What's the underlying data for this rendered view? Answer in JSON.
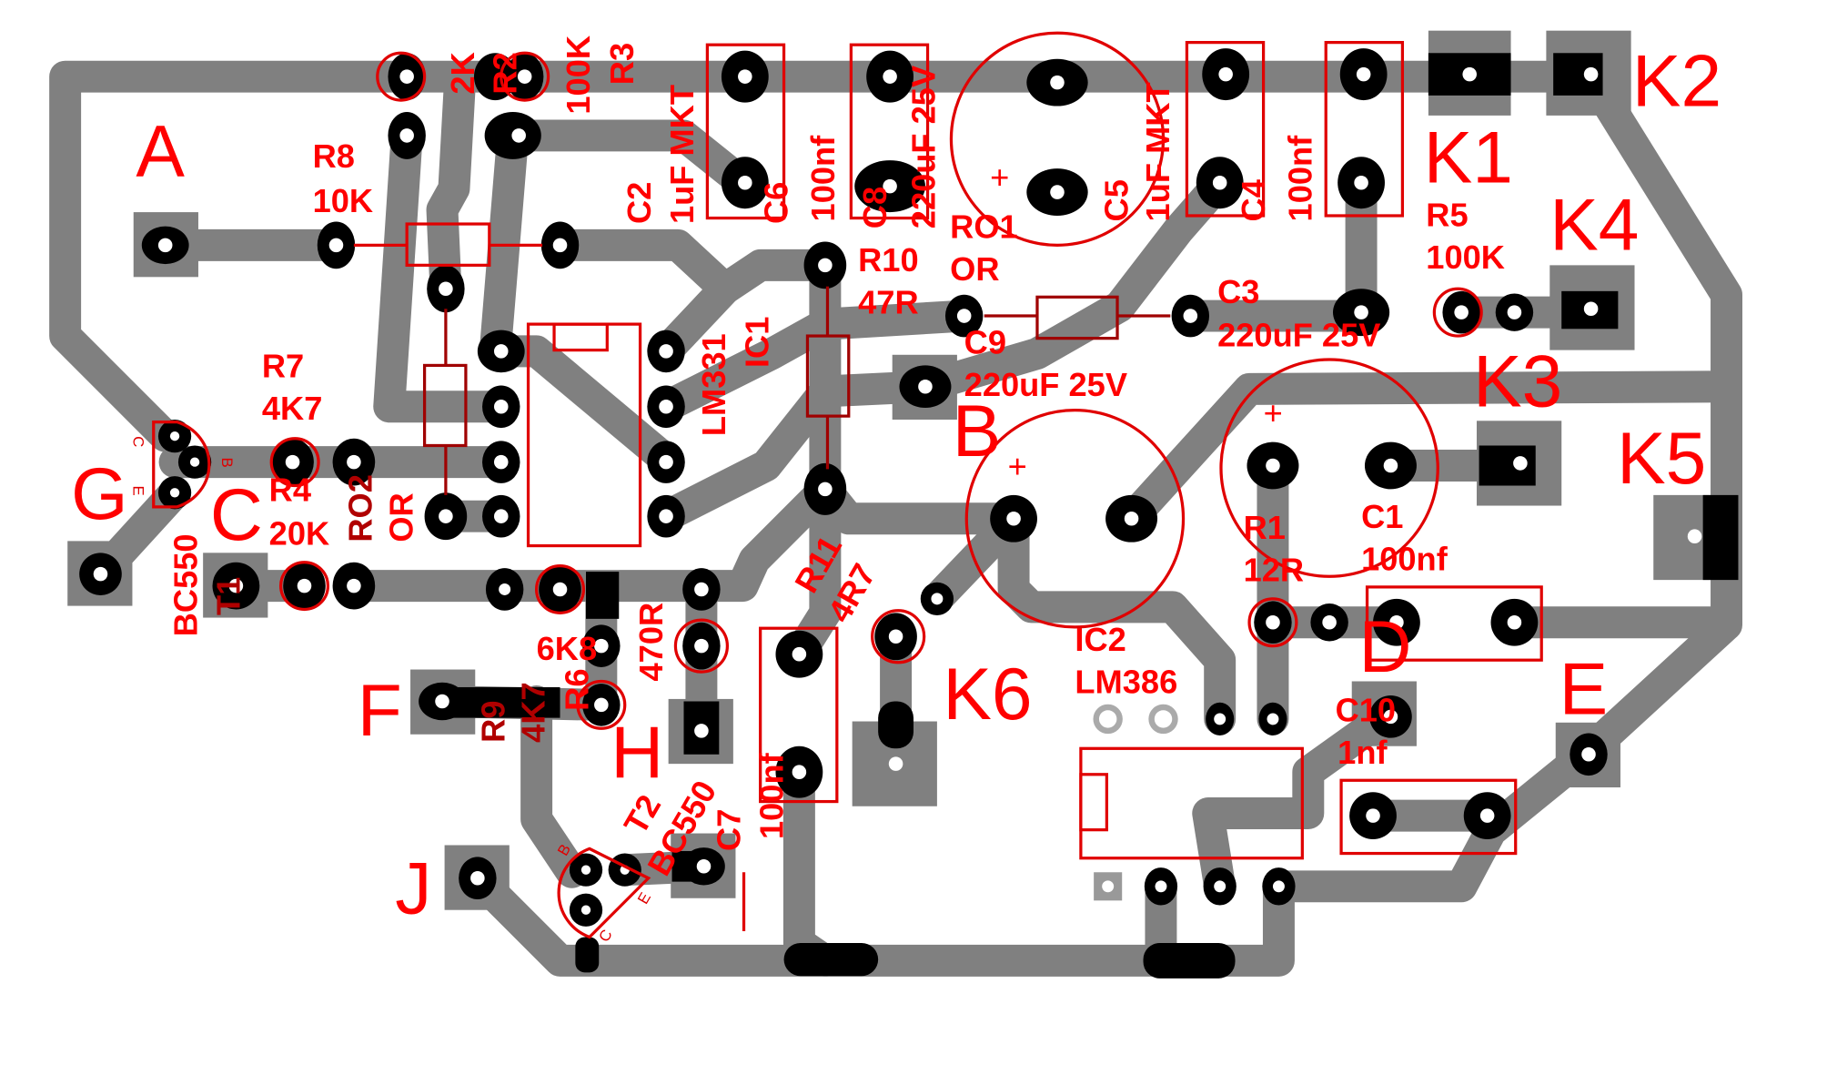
{
  "colors": {
    "trace": "#808080",
    "pad": "#000000",
    "silkscreen": "#ff0000",
    "background": "#ffffff"
  },
  "connectors": {
    "A": "A",
    "B": "B",
    "C": "C",
    "D": "D",
    "E": "E",
    "F": "F",
    "G": "G",
    "H": "H",
    "I": "I",
    "J": "J",
    "K1": "K1",
    "K2": "K2",
    "K3": "K3",
    "K4": "K4",
    "K5": "K5",
    "K6": "K6"
  },
  "components": {
    "R8": {
      "ref": "R8",
      "value": "10K"
    },
    "R7": {
      "ref": "R7",
      "value": "4K7"
    },
    "R4": {
      "ref": "R4",
      "value": "20K"
    },
    "RO2": {
      "ref": "RO2",
      "value": "OR"
    },
    "R2": {
      "ref": "R2",
      "value": "2K"
    },
    "R3": {
      "ref": "R3",
      "value": "100K"
    },
    "C2": {
      "ref": "C2",
      "value": "1uF MKT"
    },
    "C6": {
      "ref": "C6",
      "value": "100nf"
    },
    "C8": {
      "ref": "C8",
      "value": "220uF 25V"
    },
    "RO1": {
      "ref": "RO1",
      "value": "OR"
    },
    "R10": {
      "ref": "R10",
      "value": "47R"
    },
    "C5": {
      "ref": "C5",
      "value": "1uF MKT"
    },
    "C4": {
      "ref": "C4",
      "value": "100nf"
    },
    "R5": {
      "ref": "R5",
      "value": "100K"
    },
    "C3": {
      "ref": "C3",
      "value": "220uF 25V"
    },
    "C9": {
      "ref": "C9",
      "value": "220uF 25V"
    },
    "IC1": {
      "ref": "IC1",
      "value": "LM331"
    },
    "R1": {
      "ref": "R1",
      "value": "12R"
    },
    "C1": {
      "ref": "C1",
      "value": "100nf"
    },
    "IC2": {
      "ref": "IC2",
      "value": "LM386"
    },
    "C10": {
      "ref": "C10",
      "value": "1nf"
    },
    "T1": {
      "ref": "T1",
      "value": "BC550"
    },
    "R11": {
      "ref": "R11",
      "value": "4R7"
    },
    "R6": {
      "ref": "R6",
      "value": "6K8"
    },
    "R9": {
      "ref": "R9",
      "value": "4K7"
    },
    "R470": {
      "value": "470R"
    },
    "T2": {
      "ref": "T2",
      "value": "BC550"
    },
    "C7": {
      "ref": "C7",
      "value": "100nf"
    }
  },
  "pins": {
    "c": "C",
    "b": "B",
    "e": "E",
    "plus": "+"
  }
}
